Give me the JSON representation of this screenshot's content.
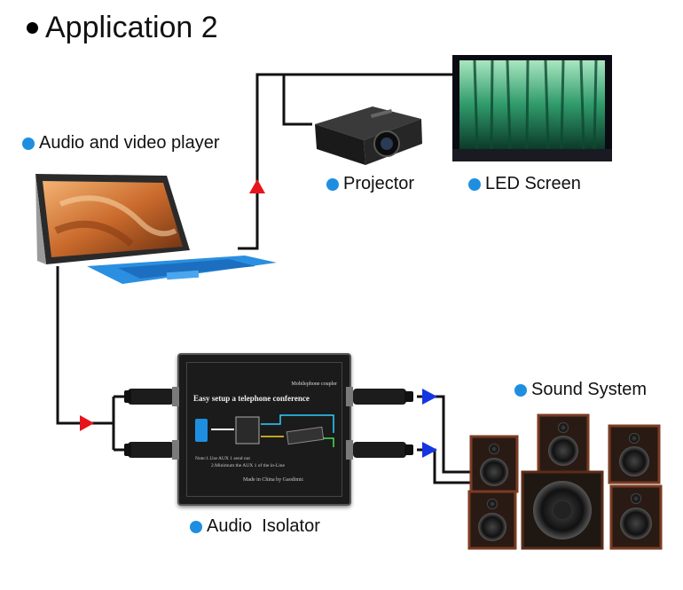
{
  "title": "Application 2",
  "labels": {
    "player": "Audio and video player",
    "projector": "Projector",
    "led": "LED Screen",
    "sound": "Sound System",
    "isolator": "Audio  Isolator"
  },
  "isolator_box": {
    "header": "Mobilephone coupler",
    "heading": "Easy setup a telephone conference",
    "note1": "Note:1.Use AUX 1 send out",
    "note2": "2.Minimum the AUX 1 of the in-Line",
    "made": "Made in China by Gaodimic"
  },
  "colors": {
    "bullet": "#1e8fe0",
    "video_arrow": "#e8141c",
    "input_arrow": "#e8141c",
    "output_arrow": "#1436e0",
    "wire": "#111111"
  }
}
